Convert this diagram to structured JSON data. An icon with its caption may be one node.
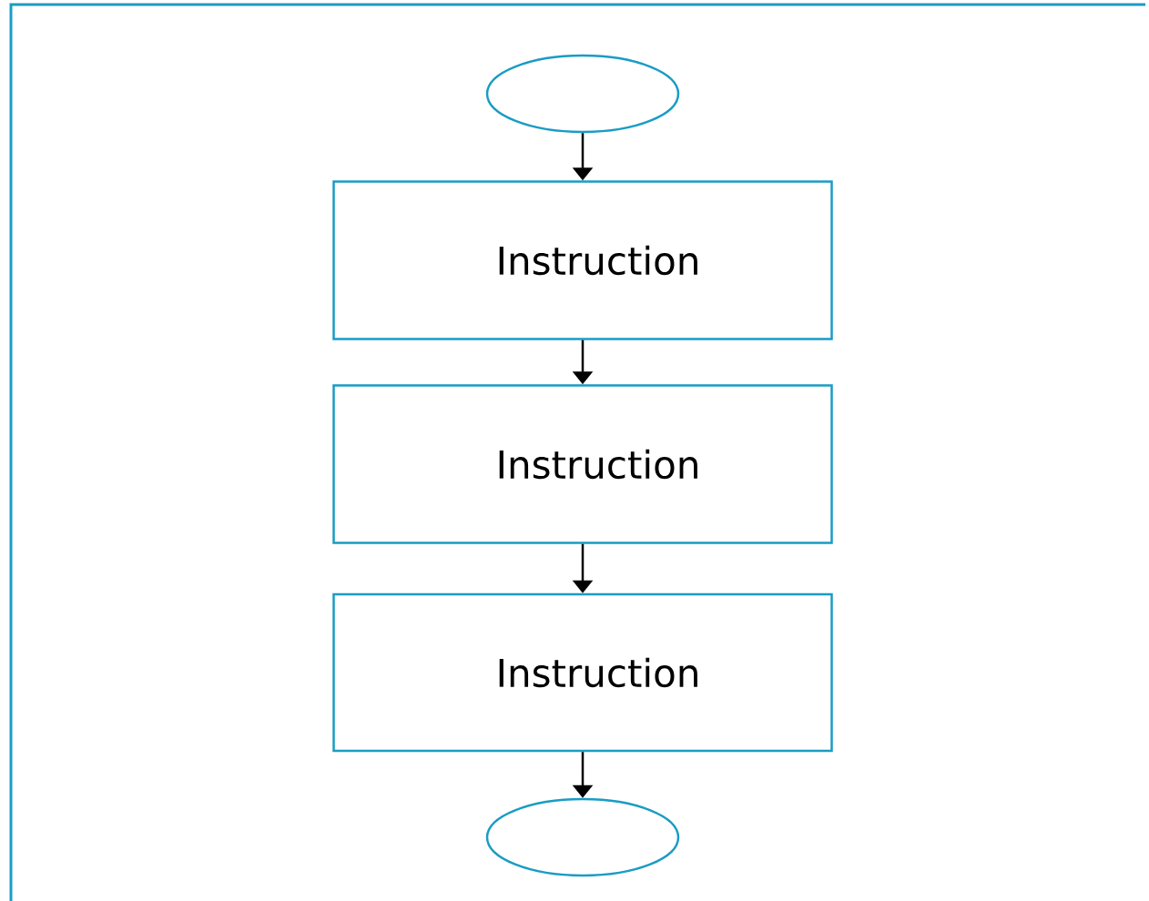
{
  "diagram": {
    "nodes": [
      {
        "text": [],
        "shape": "ellipse"
      },
      {
        "text": [
          "Instruction"
        ]
      },
      {
        "text": [
          "Instruction"
        ]
      },
      {
        "text": [
          "Instruction"
        ]
      },
      {
        "text": [],
        "shape": "ellipse"
      }
    ],
    "edges": [
      {
        "from": 0,
        "to": 1,
        "arrow": "to"
      },
      {
        "from": 1,
        "to": 2,
        "arrow": "to"
      },
      {
        "from": 2,
        "to": 3,
        "arrow": "to"
      },
      {
        "from": 3,
        "to": 4,
        "arrow": "to"
      }
    ]
  }
}
